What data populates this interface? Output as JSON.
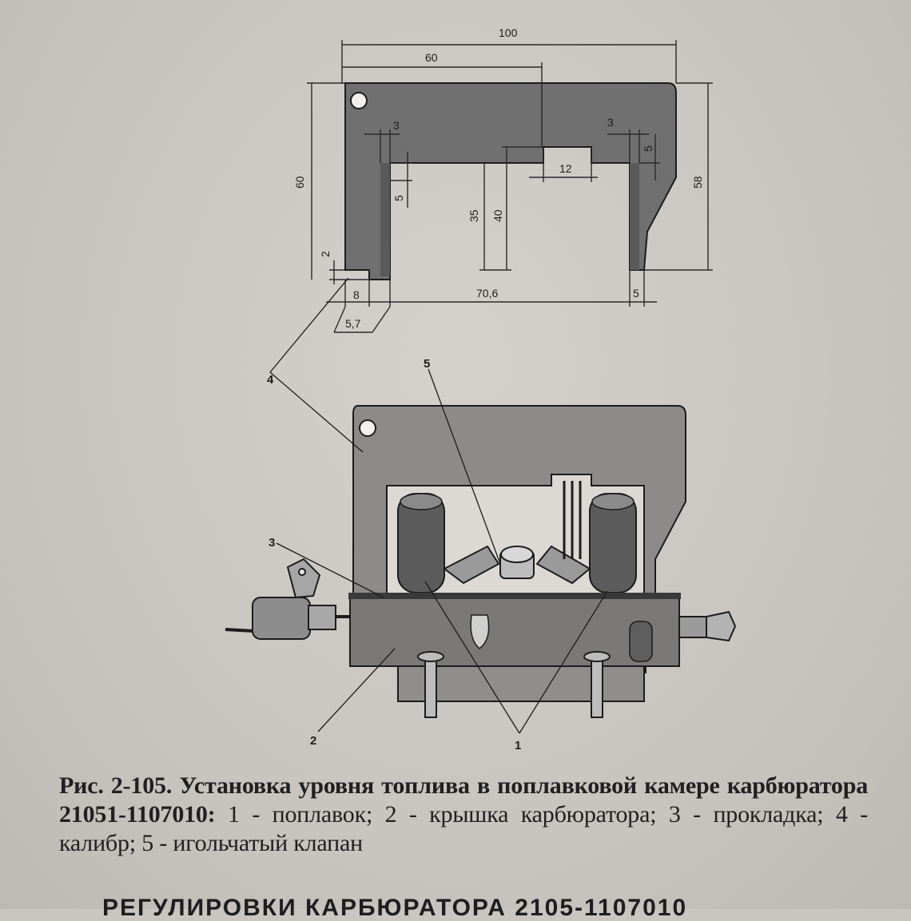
{
  "figure": {
    "gauge_dimensions": {
      "overall_width": "100",
      "inner_offset": "60",
      "left_height": "60",
      "right_height": "58",
      "left_step": "3",
      "right_step": "3",
      "left_notch": "5",
      "right_notch": "5",
      "center_notch": "12",
      "inner_depth": "35",
      "center_depth": "40",
      "bottom_gap": "2",
      "foot_width": "8",
      "foot_offset": "5,7",
      "bottom_span": "70,6",
      "right_foot": "5"
    },
    "callouts": [
      "1",
      "2",
      "3",
      "4",
      "5"
    ]
  },
  "caption": {
    "label": "Рис. 2-105. Установка уровня топлива в поплавковой камере карбюратора 21051-1107010:",
    "legend": "1 - поплавок; 2 - крышка карбюратора; 3 - прокладка; 4 - калибр; 5 - игольчатый клапан"
  },
  "next_heading": "РЕГУЛИРОВКИ КАРБЮРАТОРА 2105-1107010"
}
